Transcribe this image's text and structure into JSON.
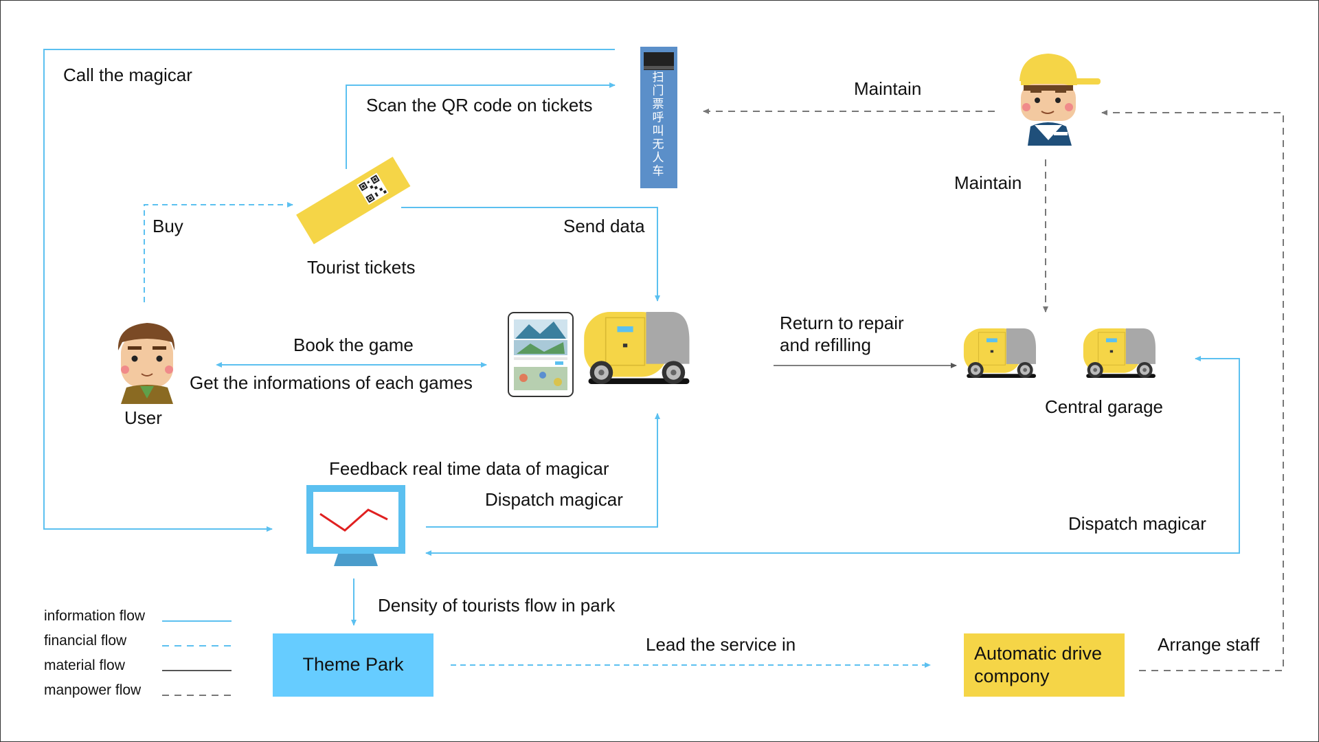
{
  "labels": {
    "call_magicar": "Call the magicar",
    "scan_qr": "Scan the QR code on tickets",
    "maintain_top": "Maintain",
    "maintain_side": "Maintain",
    "buy": "Buy",
    "send_data": "Send data",
    "tourist_tickets": "Tourist tickets",
    "book_game": "Book the game",
    "get_info": "Get the informations of each games",
    "user": "User",
    "return_repair_line1": "Return to repair",
    "return_repair_line2": "and refilling",
    "central_garage": "Central garage",
    "feedback": "Feedback real time data of magicar",
    "dispatch_1": "Dispatch magicar",
    "dispatch_2": "Dispatch magicar",
    "density": "Density of tourists flow in park",
    "theme_park": "Theme Park",
    "lead_service": "Lead the service in",
    "auto_drive_line1": "Automatic drive",
    "auto_drive_line2": "compony",
    "arrange_staff": "Arrange staff",
    "kiosk_text": "扫门票呼叫无人车"
  },
  "legend": {
    "information": "information flow",
    "financial": "financial flow",
    "material": "material flow",
    "manpower": "manpower flow"
  },
  "colors": {
    "info": "#5bc0f0",
    "manpower": "#777777",
    "material": "#555555",
    "theme_park_box": "#66ccff",
    "company_box": "#f5d547",
    "car_yellow": "#f5d547",
    "kiosk_blue": "#5b8fc9"
  }
}
